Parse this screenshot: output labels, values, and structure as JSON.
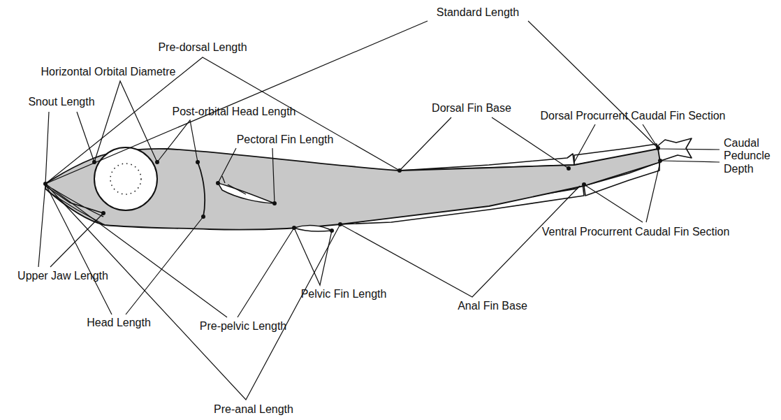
{
  "diagram": {
    "labels": [
      "Standard Length",
      "Pre-dorsal Length",
      "Horizontal Orbital Diametre",
      "Snout Length",
      "Post-orbital Head Length",
      "Pectoral Fin Length",
      "Dorsal Fin Base",
      "Dorsal Procurrent Caudal Fin Section",
      "Caudal Peduncle Depth",
      "Ventral Procurrent Caudal Fin Section",
      "Upper Jaw Length",
      "Head Length",
      "Pre-pelvic Length",
      "Pelvic Fin Length",
      "Anal Fin Base",
      "Pre-anal Length"
    ]
  }
}
